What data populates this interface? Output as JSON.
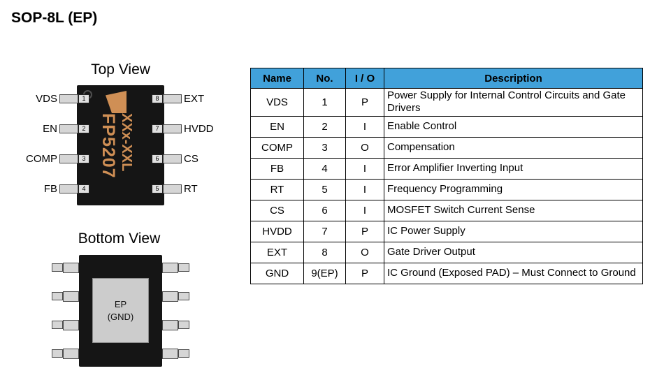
{
  "page": {
    "title": "SOP-8L (EP)"
  },
  "top_view": {
    "label": "Top View",
    "marking_line1": "FP5207",
    "marking_line2": "XXx-XXL",
    "left_pins": [
      {
        "name": "VDS",
        "no": "1"
      },
      {
        "name": "EN",
        "no": "2"
      },
      {
        "name": "COMP",
        "no": "3"
      },
      {
        "name": "FB",
        "no": "4"
      }
    ],
    "right_pins": [
      {
        "name": "EXT",
        "no": "8"
      },
      {
        "name": "HVDD",
        "no": "7"
      },
      {
        "name": "CS",
        "no": "6"
      },
      {
        "name": "RT",
        "no": "5"
      }
    ]
  },
  "bottom_view": {
    "label": "Bottom View",
    "pad_line1": "EP",
    "pad_line2": "(GND)"
  },
  "pin_table": {
    "headers": [
      "Name",
      "No.",
      "I / O",
      "Description"
    ],
    "rows": [
      {
        "name": "VDS",
        "no": "1",
        "io": "P",
        "description": "Power Supply for Internal Control Circuits and Gate Drivers"
      },
      {
        "name": "EN",
        "no": "2",
        "io": "I",
        "description": "Enable Control"
      },
      {
        "name": "COMP",
        "no": "3",
        "io": "O",
        "description": "Compensation"
      },
      {
        "name": "FB",
        "no": "4",
        "io": "I",
        "description": "Error Amplifier Inverting Input"
      },
      {
        "name": "RT",
        "no": "5",
        "io": "I",
        "description": "Frequency Programming"
      },
      {
        "name": "CS",
        "no": "6",
        "io": "I",
        "description": "MOSFET Switch Current Sense"
      },
      {
        "name": "HVDD",
        "no": "7",
        "io": "P",
        "description": "IC Power Supply"
      },
      {
        "name": "EXT",
        "no": "8",
        "io": "O",
        "description": "Gate Driver Output"
      },
      {
        "name": "GND",
        "no": "9(EP)",
        "io": "P",
        "description": "IC Ground (Exposed PAD) – Must Connect to Ground"
      }
    ]
  },
  "colors": {
    "table_header_bg": "#41a1da",
    "chip_body": "#151515",
    "chip_marking": "#cf8f55",
    "lead_fill": "#d6d6d6",
    "ep_pad_fill": "#cccccc"
  }
}
